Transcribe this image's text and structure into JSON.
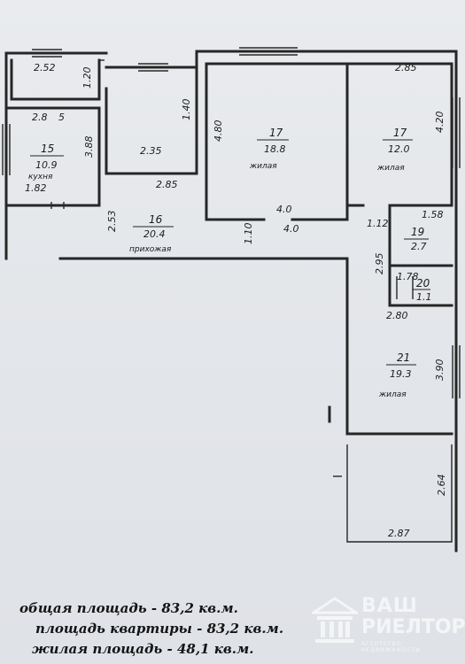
{
  "rooms": [
    {
      "id": "r_small_top",
      "dims": [
        "2.52",
        "1.20"
      ]
    },
    {
      "id": "r15",
      "num": "15",
      "area": "10.9",
      "name": "кухня",
      "dims": [
        "2.8",
        "5",
        "3.88",
        "1.82"
      ]
    },
    {
      "id": "r_corr",
      "dims": [
        "2.35",
        "2.85",
        "1.40"
      ]
    },
    {
      "id": "r16",
      "num": "16",
      "area": "20.4",
      "name": "прихожая",
      "dims": [
        "2.53"
      ]
    },
    {
      "id": "r17a",
      "num": "17",
      "area": "18.8",
      "name": "жилая",
      "dims": [
        "4.80",
        "4.0",
        "4.0",
        "1.10"
      ]
    },
    {
      "id": "r17b",
      "num": "17",
      "area": "12.0",
      "name": "жилая",
      "dims": [
        "2.85",
        "4.20"
      ]
    },
    {
      "id": "r19",
      "num": "19",
      "area": "2.7",
      "dims": [
        "1.58",
        "1.12"
      ]
    },
    {
      "id": "r20",
      "num": "20",
      "area": "1.1",
      "dims": [
        "1.78",
        "2.95"
      ]
    },
    {
      "id": "r21",
      "num": "21",
      "area": "19.3",
      "name": "жилая",
      "dims": [
        "2.80",
        "3.90"
      ]
    },
    {
      "id": "r_balcony",
      "dims": [
        "2.87",
        "2.64"
      ]
    }
  ],
  "summary": {
    "total": "общая площадь - 83,2 кв.м.",
    "apartment": "площадь квартиры - 83,2 кв.м.",
    "living": "жилая площадь - 48,1 кв.м."
  },
  "logo": {
    "line1": "ВАШ",
    "line2": "РИЕЛТОР",
    "tagline": "АГЕНТСТВО НЕДВИЖИМОСТИ",
    "icon": "building-columns-icon",
    "color": "#f4f5f7"
  }
}
